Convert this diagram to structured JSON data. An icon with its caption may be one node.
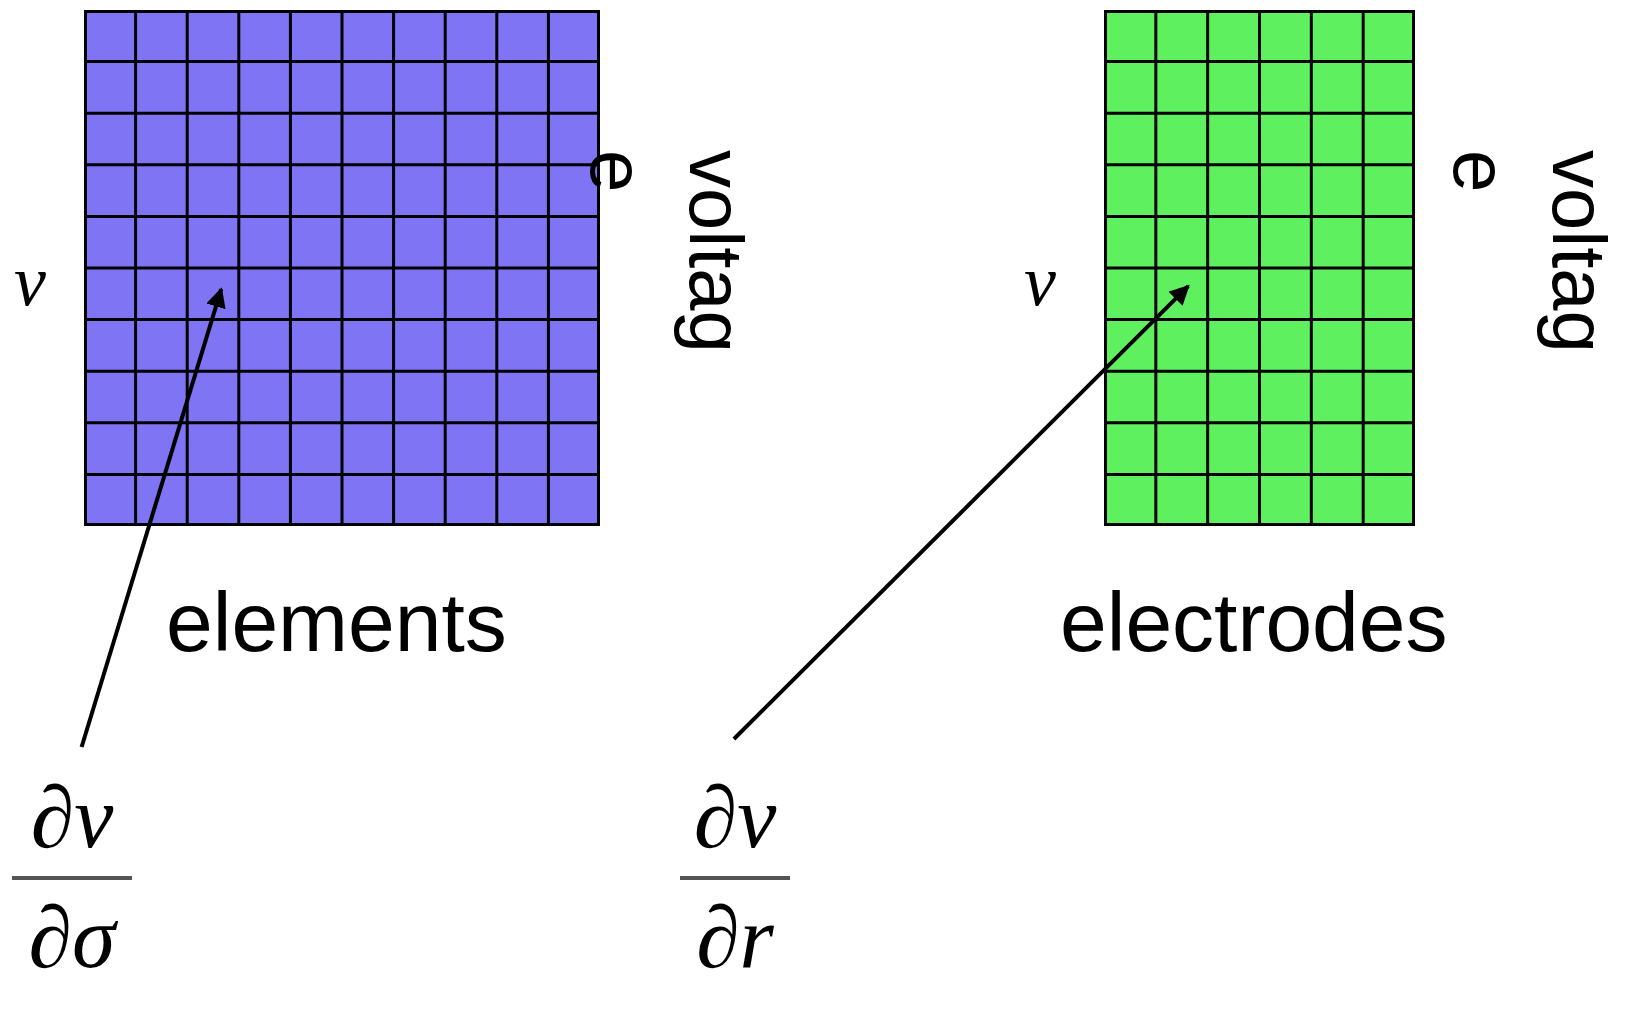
{
  "diagram": {
    "nodes": [
      {
        "text": [],
        "shape": "grid"
      },
      {
        "text": [],
        "shape": "grid"
      },
      {
        "text": [
          "∂v",
          "∂σ"
        ]
      },
      {
        "text": [
          "∂v",
          "∂r"
        ]
      }
    ],
    "edges": [
      {
        "from": 2,
        "to": 0,
        "arrow": "to"
      },
      {
        "from": 3,
        "to": 1,
        "arrow": "to"
      }
    ],
    "labels": [
      "v",
      "voltage",
      "elements",
      "v",
      "voltage",
      "electrodes"
    ]
  }
}
